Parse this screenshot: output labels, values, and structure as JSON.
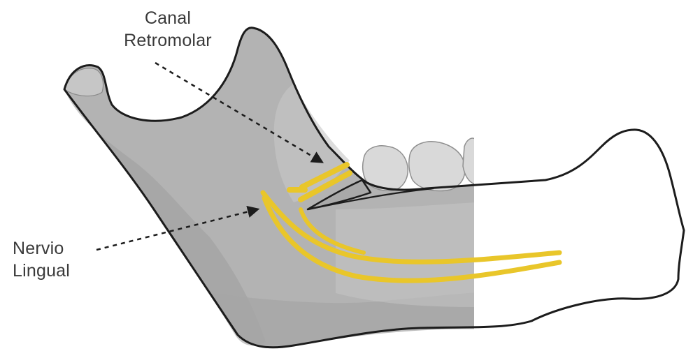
{
  "labels": {
    "canal_line1": "Canal",
    "canal_line2": "Retromolar",
    "nervio_line1": "Nervio",
    "nervio_line2": "Lingual"
  },
  "colors": {
    "bone": "#b3b3b3",
    "bone_dark": "#9c9c9c",
    "bone_light": "#c6c6c6",
    "outline": "#1c1c1c",
    "nerve": "#e9c62a",
    "tooth": "#d9d9d9",
    "text": "#3a3a3a"
  },
  "icons": {
    "mandible": "mandible-illustration",
    "arrow": "dashed-arrow"
  }
}
